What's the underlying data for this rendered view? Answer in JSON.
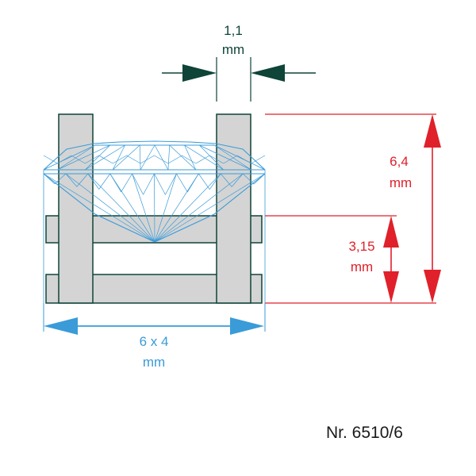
{
  "colors": {
    "dark_green": "#0f4438",
    "setting_fill": "#d4d4d4",
    "stone_blue": "#3a9bd8",
    "red": "#e0202a",
    "text_dark": "#1a1a1a"
  },
  "dimensions": {
    "prong_width": {
      "value": "1,1",
      "unit": "mm"
    },
    "total_height": {
      "value": "6,4",
      "unit": "mm"
    },
    "setting_height": {
      "value": "3,15",
      "unit": "mm"
    },
    "stone_size": {
      "value": "6 x 4",
      "unit": "mm"
    }
  },
  "article_number": "Nr. 6510/6"
}
